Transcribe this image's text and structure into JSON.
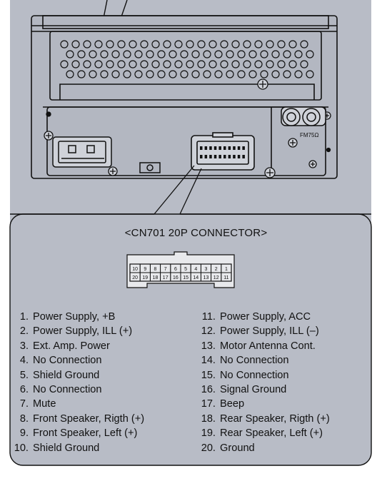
{
  "connector_title": "<CN701 20P CONNECTOR>",
  "antenna_label": "FM75Ω",
  "connector_face": {
    "top_row": [
      "10",
      "9",
      "8",
      "7",
      "6",
      "5",
      "4",
      "3",
      "2",
      "1"
    ],
    "bottom_row": [
      "20",
      "19",
      "18",
      "17",
      "16",
      "15",
      "14",
      "13",
      "12",
      "11"
    ]
  },
  "pins_left": [
    {
      "num": "1.",
      "label": "Power Supply, +B"
    },
    {
      "num": "2.",
      "label": "Power Supply, ILL (+)"
    },
    {
      "num": "3.",
      "label": "Ext. Amp. Power"
    },
    {
      "num": "4.",
      "label": "No Connection"
    },
    {
      "num": "5.",
      "label": "Shield Ground"
    },
    {
      "num": "6.",
      "label": "No Connection"
    },
    {
      "num": "7.",
      "label": "Mute"
    },
    {
      "num": "8.",
      "label": "Front Speaker, Rigth (+)"
    },
    {
      "num": "9.",
      "label": "Front Speaker, Left (+)"
    },
    {
      "num": "10.",
      "label": "Shield Ground"
    }
  ],
  "pins_right": [
    {
      "num": "11.",
      "label": "Power Supply, ACC"
    },
    {
      "num": "12.",
      "label": "Power Supply, ILL (–)"
    },
    {
      "num": "13.",
      "label": "Motor Antenna Cont."
    },
    {
      "num": "14.",
      "label": "No Connection"
    },
    {
      "num": "15.",
      "label": "No Connection"
    },
    {
      "num": "16.",
      "label": "Signal Ground"
    },
    {
      "num": "17.",
      "label": "Beep"
    },
    {
      "num": "18.",
      "label": "Rear Speaker, Rigth (+)"
    },
    {
      "num": "19.",
      "label": "Rear Speaker, Left (+)"
    },
    {
      "num": "20.",
      "label": "Ground"
    }
  ]
}
